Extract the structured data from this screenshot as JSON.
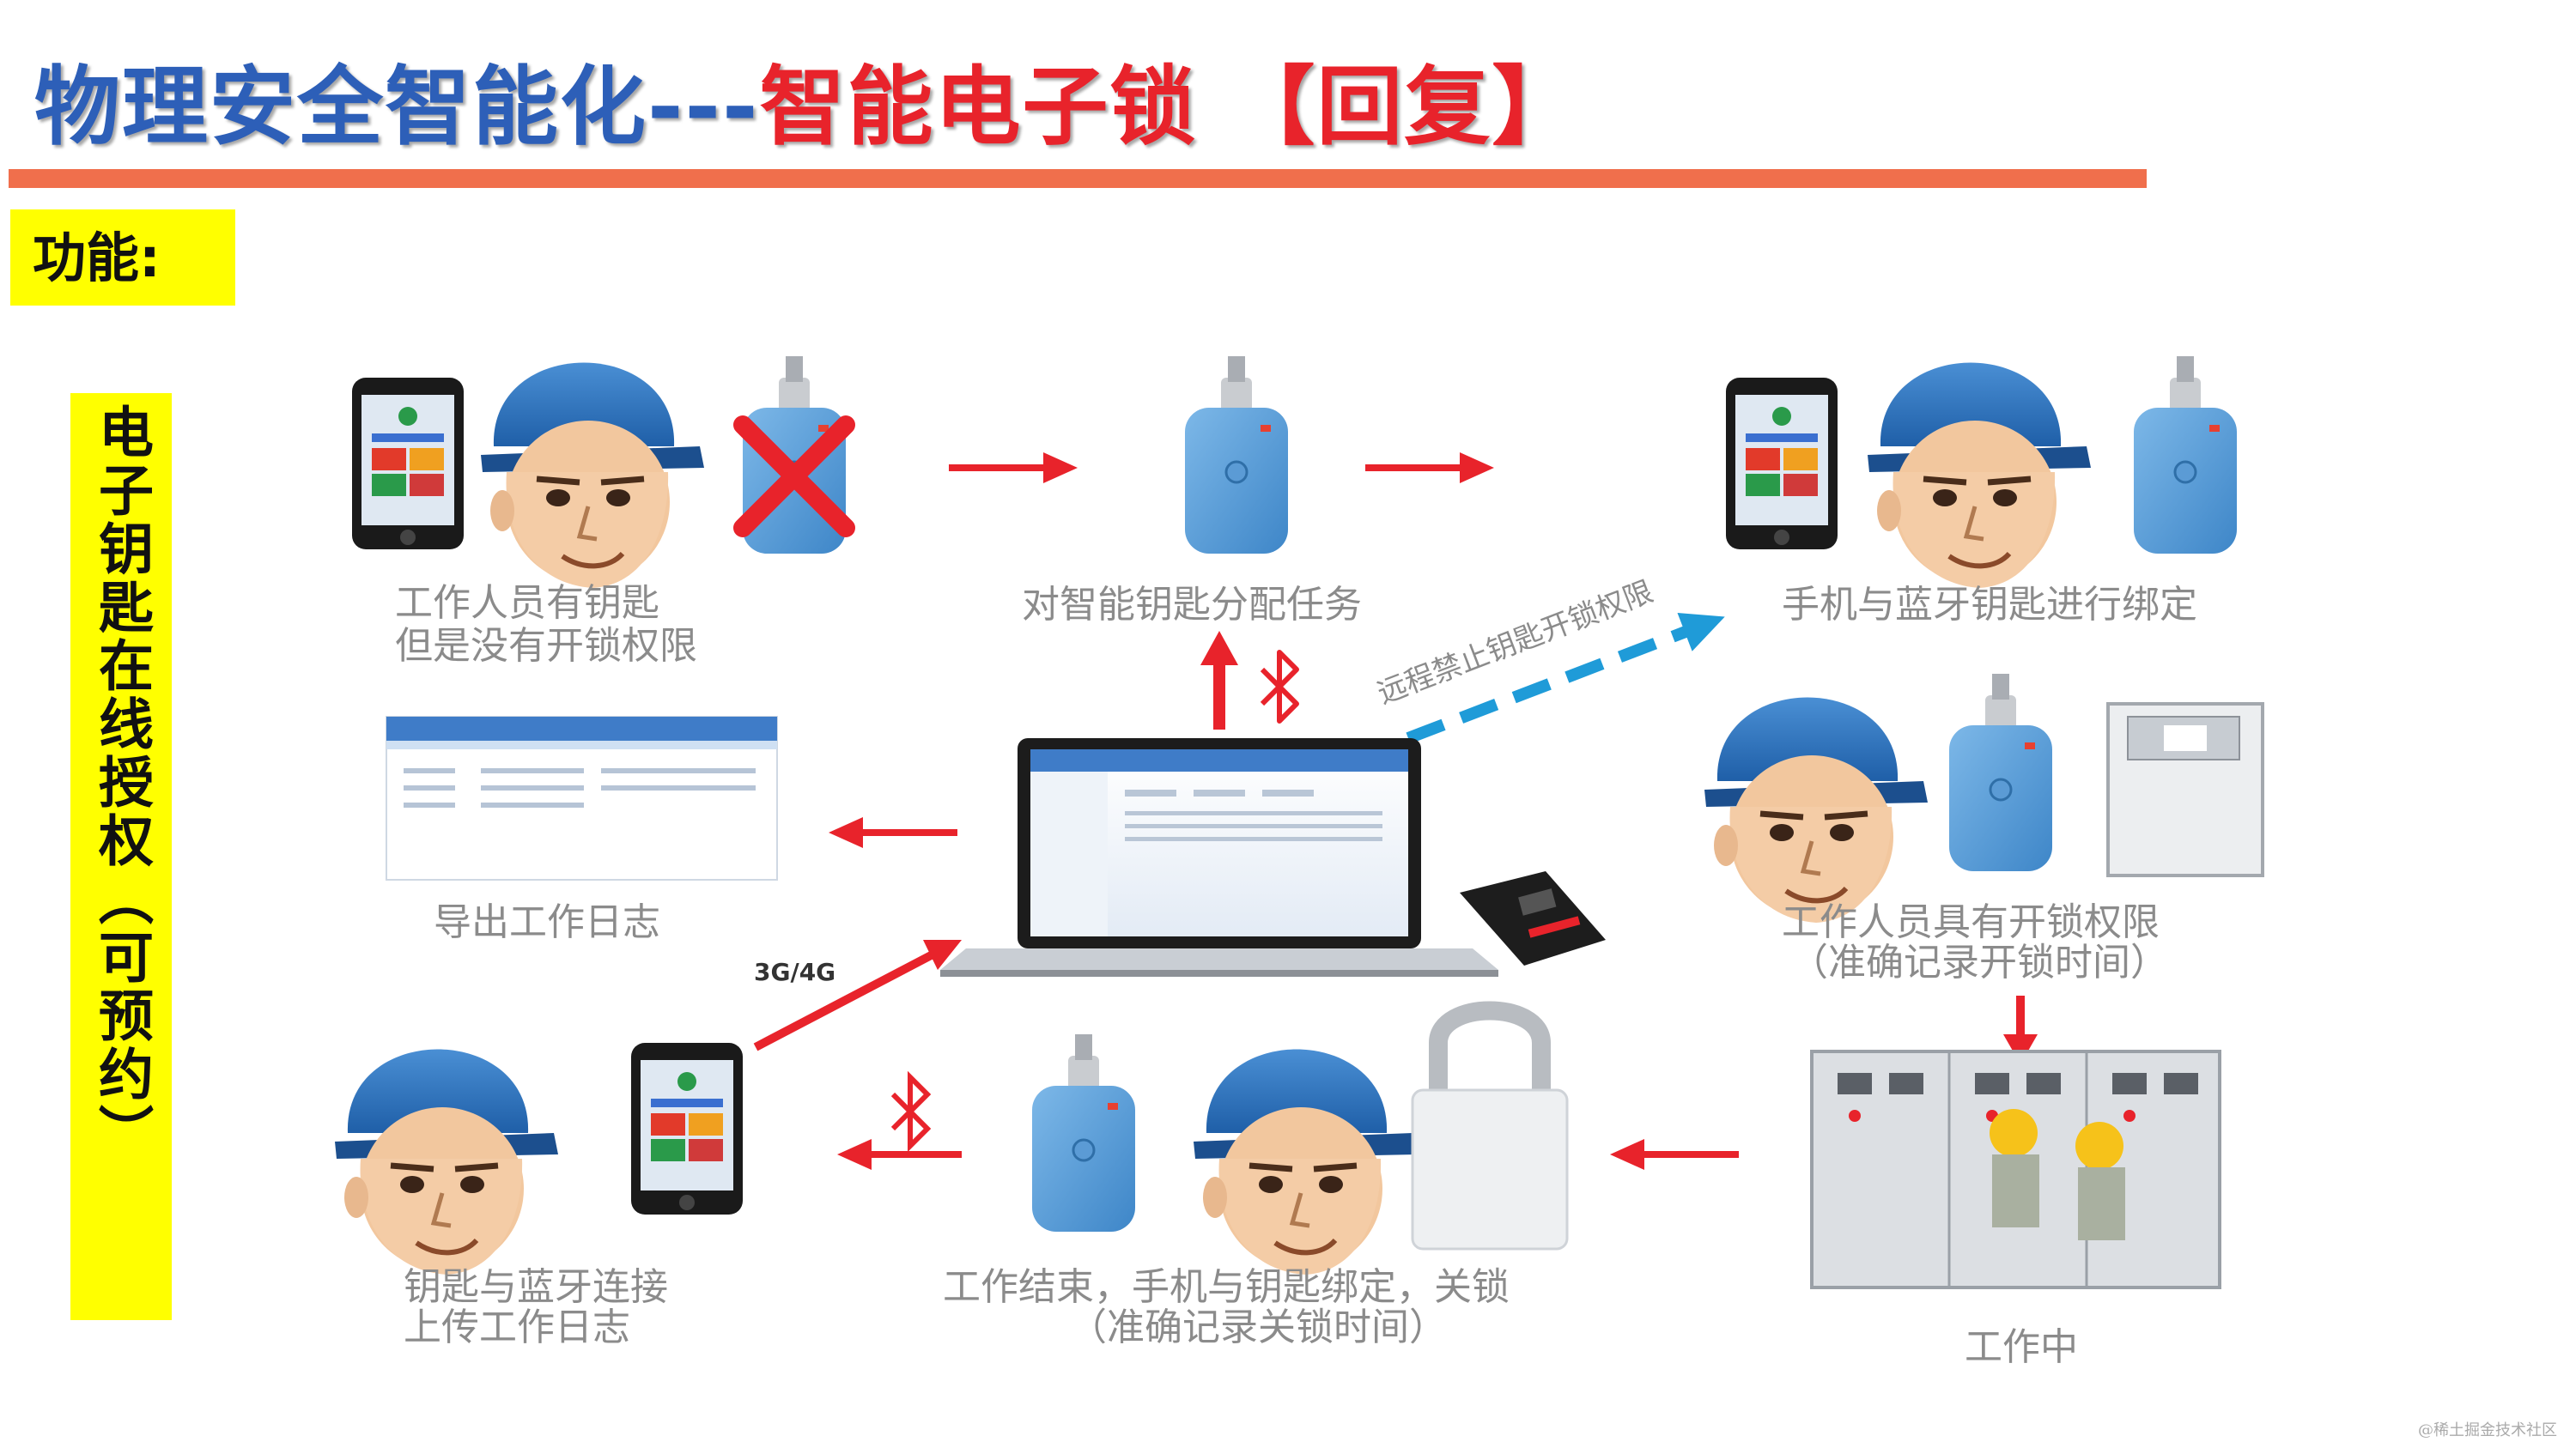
{
  "title": {
    "part1": "物理安全智能化---",
    "part2": "智能电子锁  【回复】"
  },
  "function_label": "功能:",
  "side_label": "电子钥匙在线授权（可预约）",
  "captions": {
    "c1_line1": "工作人员有钥匙",
    "c1_line2": "但是没有开锁权限",
    "c2": "对智能钥匙分配任务",
    "c3": "手机与蓝牙钥匙进行绑定",
    "c4": "导出工作日志",
    "c5_line1": "工作人员具有开锁权限",
    "c5_line2": "（准确记录开锁时间）",
    "c6_line1": "钥匙与蓝牙连接",
    "c6_line2": "上传工作日志",
    "c7_line1": "工作结束，手机与钥匙绑定，关锁",
    "c7_line2": "（准确记录关锁时间）",
    "c8": "工作中",
    "remote": "远程禁止钥匙开锁权限",
    "network": "3G/4G"
  },
  "credit": "@稀土掘金技术社区",
  "colors": {
    "accent_blue": "#2d5fb8",
    "accent_red": "#e8232b",
    "rule": "#f06f4c",
    "highlight": "#ffff00",
    "arrow_red": "#e8232b",
    "arrow_blue": "#1f9bd8"
  }
}
